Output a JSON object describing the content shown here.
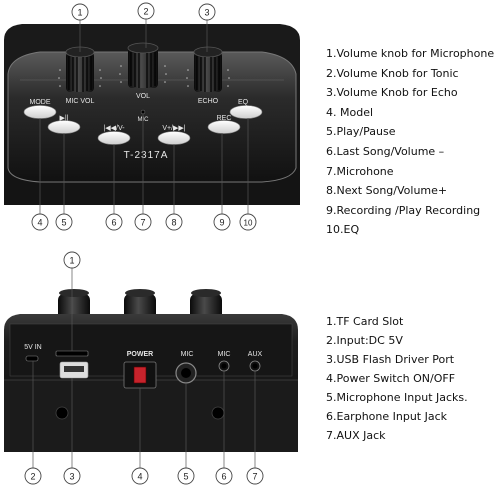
{
  "top_panel": {
    "callout_numbers": [
      "1",
      "2",
      "3",
      "4",
      "5",
      "6",
      "7",
      "8",
      "9",
      "10"
    ],
    "device_labels": {
      "mode": "MODE",
      "mic_vol": "MIC VOL",
      "vol": "VOL",
      "mic": "MIC",
      "echo": "ECHO",
      "eq": "EQ",
      "play_pause": "▶||",
      "prev": "|◀◀/V-",
      "next": "V+/▶▶|",
      "rec": "REC",
      "model": "T-2317A"
    },
    "legend": [
      "1.Volume knob for Microphone",
      "2.Volume Knob for Tonic",
      "3.Volume Knob for Echo",
      "4. Model",
      "5.Play/Pause",
      "6.Last Song/Volume –",
      "7.Microhone",
      "8.Next Song/Volume+",
      "9.Recording /Play Recording",
      "10.EQ"
    ]
  },
  "bottom_panel": {
    "callout_numbers": [
      "1",
      "2",
      "3",
      "4",
      "5",
      "6",
      "7"
    ],
    "device_labels": {
      "dc_in": "5V IN",
      "power": "POWER",
      "mic1": "MIC",
      "mic2": "MIC",
      "aux": "AUX"
    },
    "legend": [
      "1.TF Card Slot",
      "2.Input:DC 5V",
      "3.USB Flash Driver Port",
      "4.Power Switch ON/OFF",
      "5.Microphone Input Jacks.",
      "6.Earphone Input Jack",
      "7.AUX Jack"
    ]
  }
}
